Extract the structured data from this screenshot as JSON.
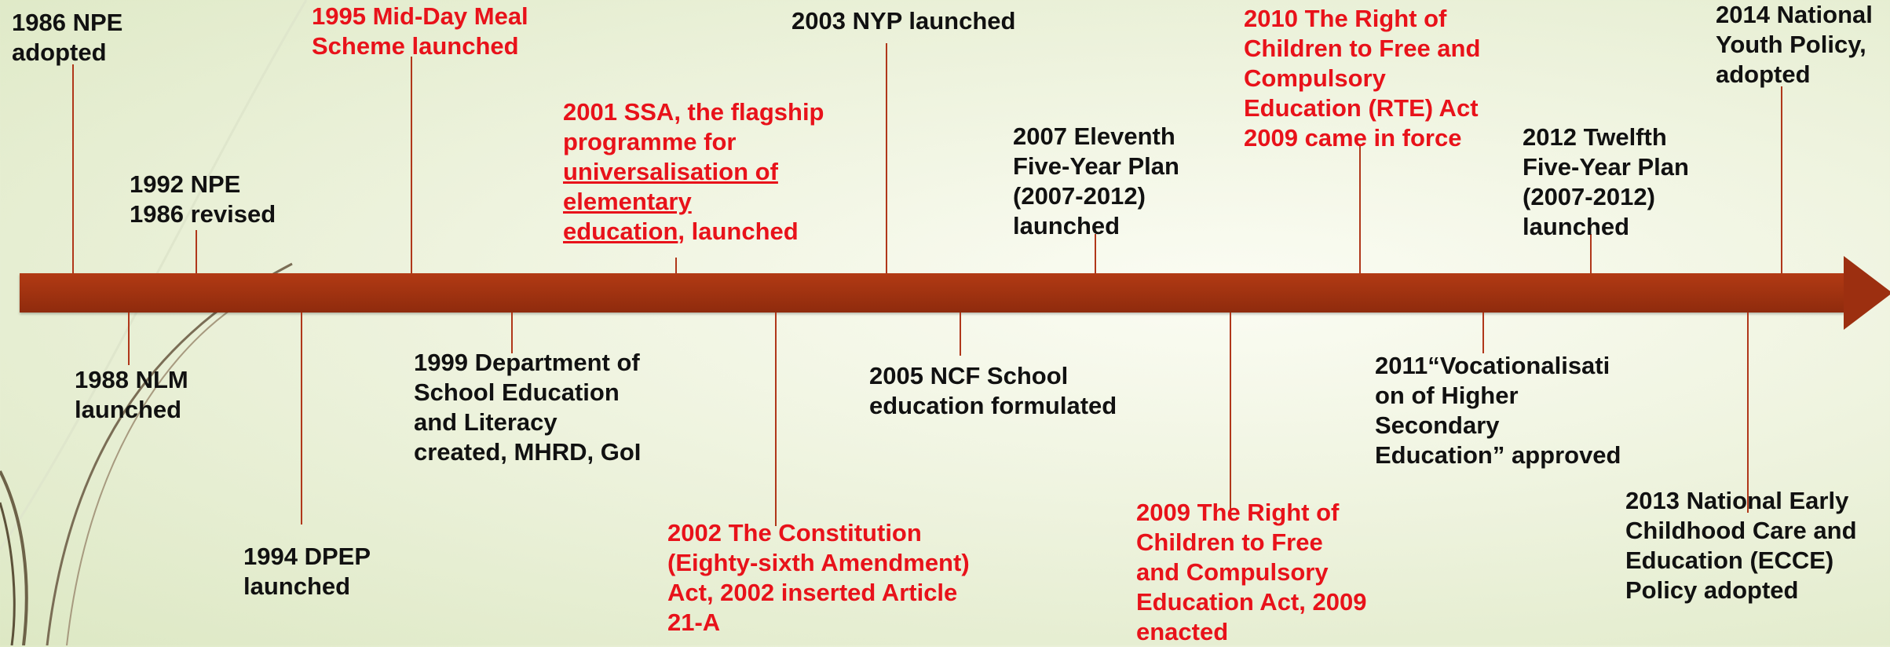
{
  "timeline": {
    "colors": {
      "bar": "#9c2f10",
      "black_text": "#111111",
      "red_text": "#e8121a"
    },
    "events": [
      {
        "id": "1986-npe",
        "text": "1986 NPE\nadopted",
        "color": "black"
      },
      {
        "id": "1988-nlm",
        "text": "1988 NLM\nlaunched",
        "color": "black"
      },
      {
        "id": "1992-npe",
        "text": "1992 NPE\n1986 revised",
        "color": "black"
      },
      {
        "id": "1994-dpep",
        "text": "1994 DPEP\nlaunched",
        "color": "black"
      },
      {
        "id": "1995-mdm",
        "text": "1995 Mid-Day Meal\nScheme launched",
        "color": "red"
      },
      {
        "id": "1999-dsel",
        "text": "1999 Department of\nSchool Education\nand Literacy\ncreated, MHRD, GoI",
        "color": "black"
      },
      {
        "id": "2001-ssa",
        "prefix": "2001 SSA, the flagship\nprogramme for\n",
        "link": "universalisation of\nelementary\neducation",
        "suffix": ", launched",
        "color": "red"
      },
      {
        "id": "2002-amendment",
        "text": "2002 The Constitution\n(Eighty-sixth Amendment)\nAct, 2002 inserted Article\n21-A",
        "color": "red"
      },
      {
        "id": "2003-nyp",
        "text": "2003 NYP launched",
        "color": "black"
      },
      {
        "id": "2005-ncf",
        "text": "2005 NCF School\neducation formulated",
        "color": "black"
      },
      {
        "id": "2007-plan",
        "text": "2007 Eleventh\nFive-Year Plan\n(2007-2012)\nlaunched",
        "color": "black"
      },
      {
        "id": "2009-rte",
        "text": "2009 The Right of\nChildren to Free\nand Compulsory\nEducation Act, 2009\nenacted",
        "color": "red"
      },
      {
        "id": "2010-rte",
        "text": "2010 The Right of\nChildren to Free and\nCompulsory\nEducation (RTE) Act\n2009 came in force",
        "color": "red"
      },
      {
        "id": "2011-voc",
        "text": "2011“Vocationalisati\non of Higher\nSecondary\nEducation” approved",
        "color": "black"
      },
      {
        "id": "2012-plan",
        "text": "2012 Twelfth\nFive-Year Plan\n(2007-2012)\nlaunched",
        "color": "black"
      },
      {
        "id": "2013-ecce",
        "text": "2013 National Early\nChildhood Care and\nEducation (ECCE)\nPolicy adopted",
        "color": "black"
      },
      {
        "id": "2014-nyp",
        "text": "2014 National\nYouth Policy,\nadopted",
        "color": "black"
      }
    ]
  }
}
